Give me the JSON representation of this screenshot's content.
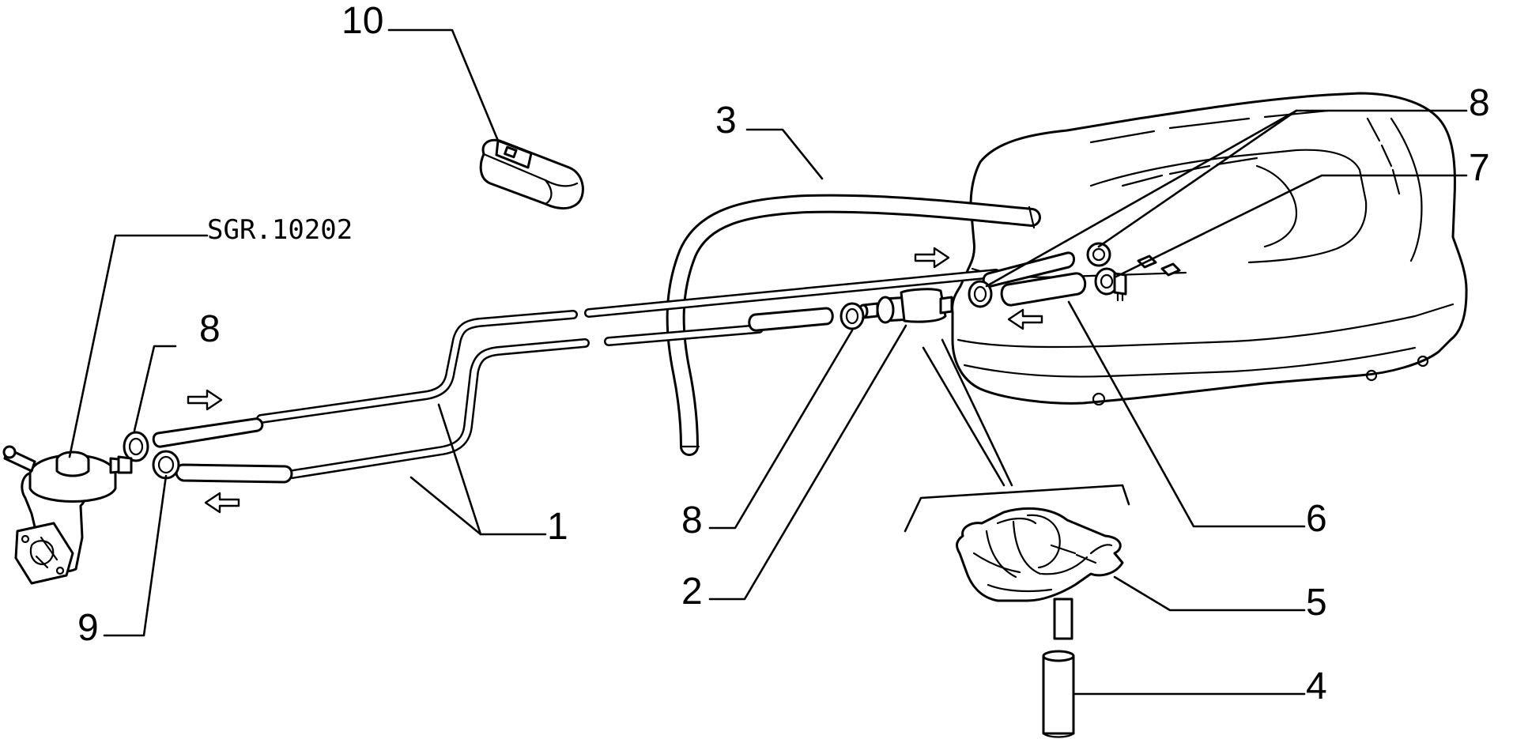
{
  "diagram": {
    "reference_code": "SGR.10202",
    "callouts": {
      "c10": "10",
      "c3": "3",
      "c8_top": "8",
      "c7": "7",
      "c8_left": "8",
      "c1": "1",
      "c9": "9",
      "c8_mid": "8",
      "c2": "2",
      "c6": "6",
      "c5": "5",
      "c4": "4"
    }
  }
}
